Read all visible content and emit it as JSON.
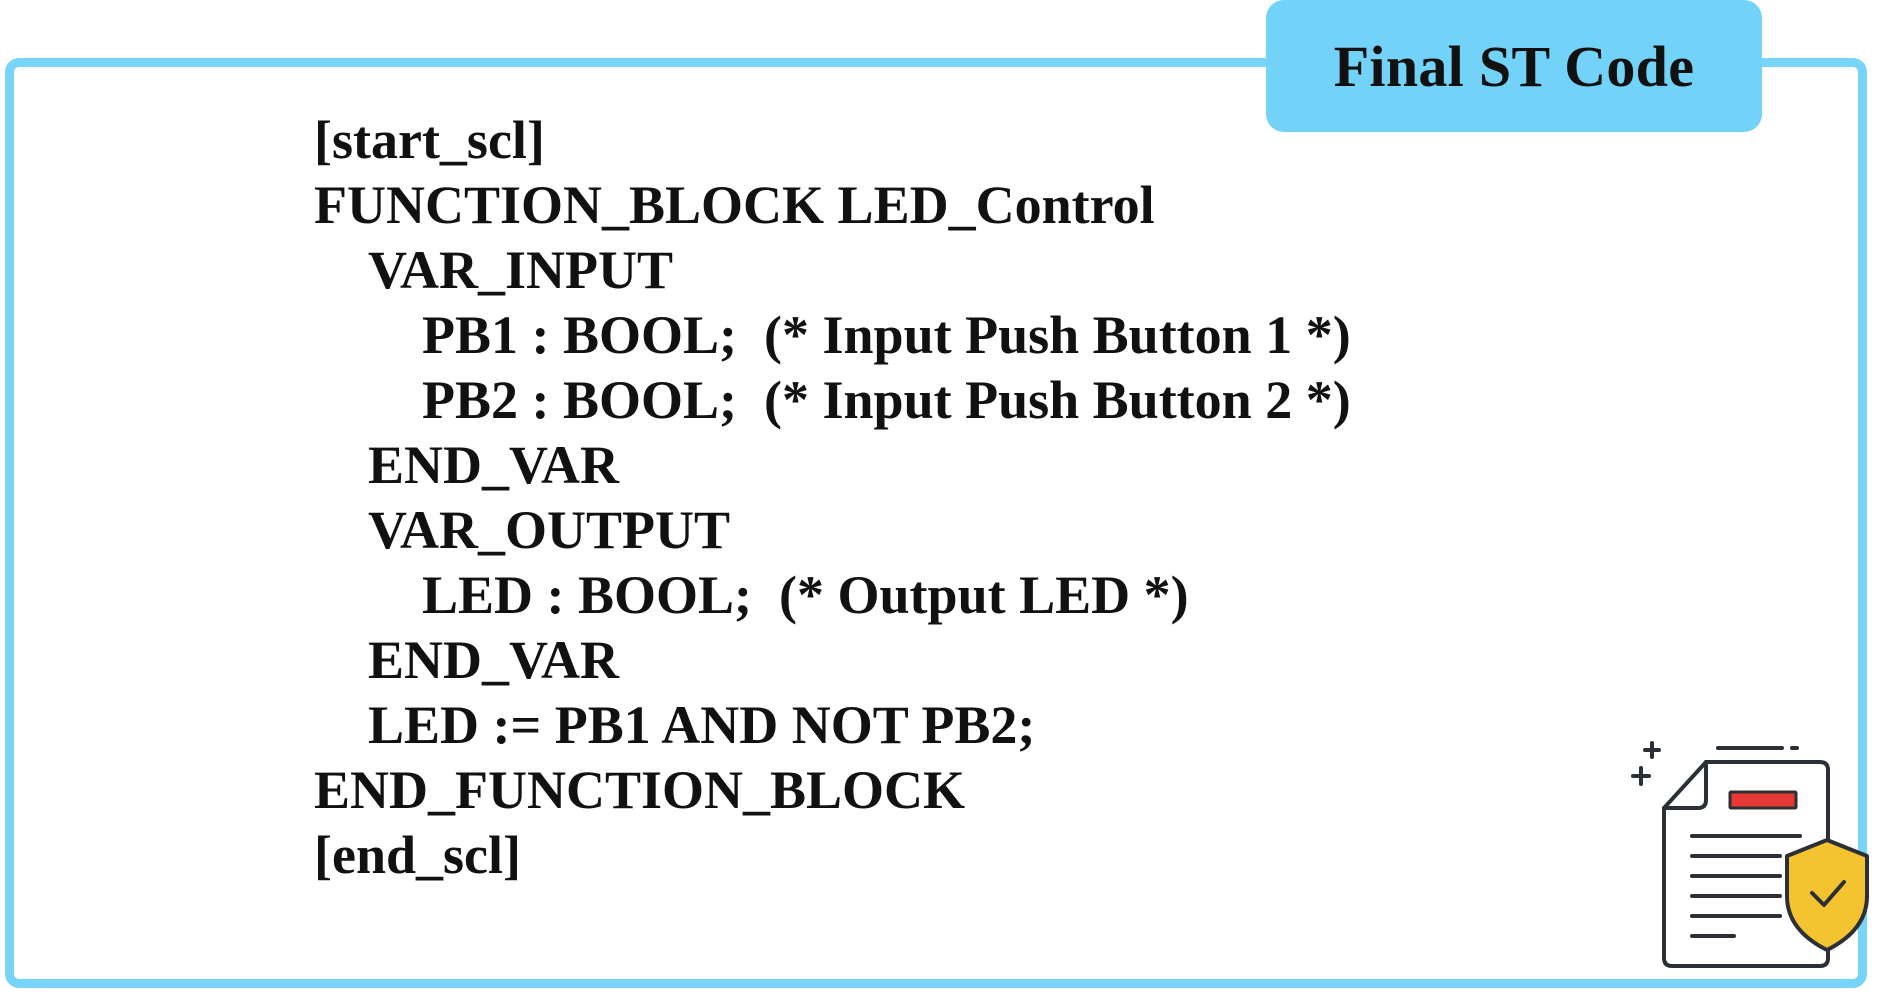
{
  "panel": {
    "title": "Final ST Code",
    "border_color": "#78d4f8",
    "tab_color": "#72d2f8"
  },
  "code_lines": [
    {
      "indent": 0,
      "text": "[start_scl]"
    },
    {
      "indent": 0,
      "text": "FUNCTION_BLOCK LED_Control"
    },
    {
      "indent": 1,
      "text": "VAR_INPUT"
    },
    {
      "indent": 2,
      "text": "PB1 : BOOL;  (* Input Push Button 1 *)"
    },
    {
      "indent": 2,
      "text": "PB2 : BOOL;  (* Input Push Button 2 *)"
    },
    {
      "indent": 1,
      "text": "END_VAR"
    },
    {
      "indent": 1,
      "text": "VAR_OUTPUT"
    },
    {
      "indent": 2,
      "text": "LED : BOOL;  (* Output LED *)"
    },
    {
      "indent": 1,
      "text": "END_VAR"
    },
    {
      "indent": 1,
      "text": "LED := PB1 AND NOT PB2;"
    },
    {
      "indent": 0,
      "text": "END_FUNCTION_BLOCK"
    },
    {
      "indent": 0,
      "text": "[end_scl]"
    }
  ],
  "icon": {
    "name": "verified-document-icon",
    "colors": {
      "outline": "#2b2f36",
      "red_bar": "#e53935",
      "shield": "#f4c430"
    }
  }
}
